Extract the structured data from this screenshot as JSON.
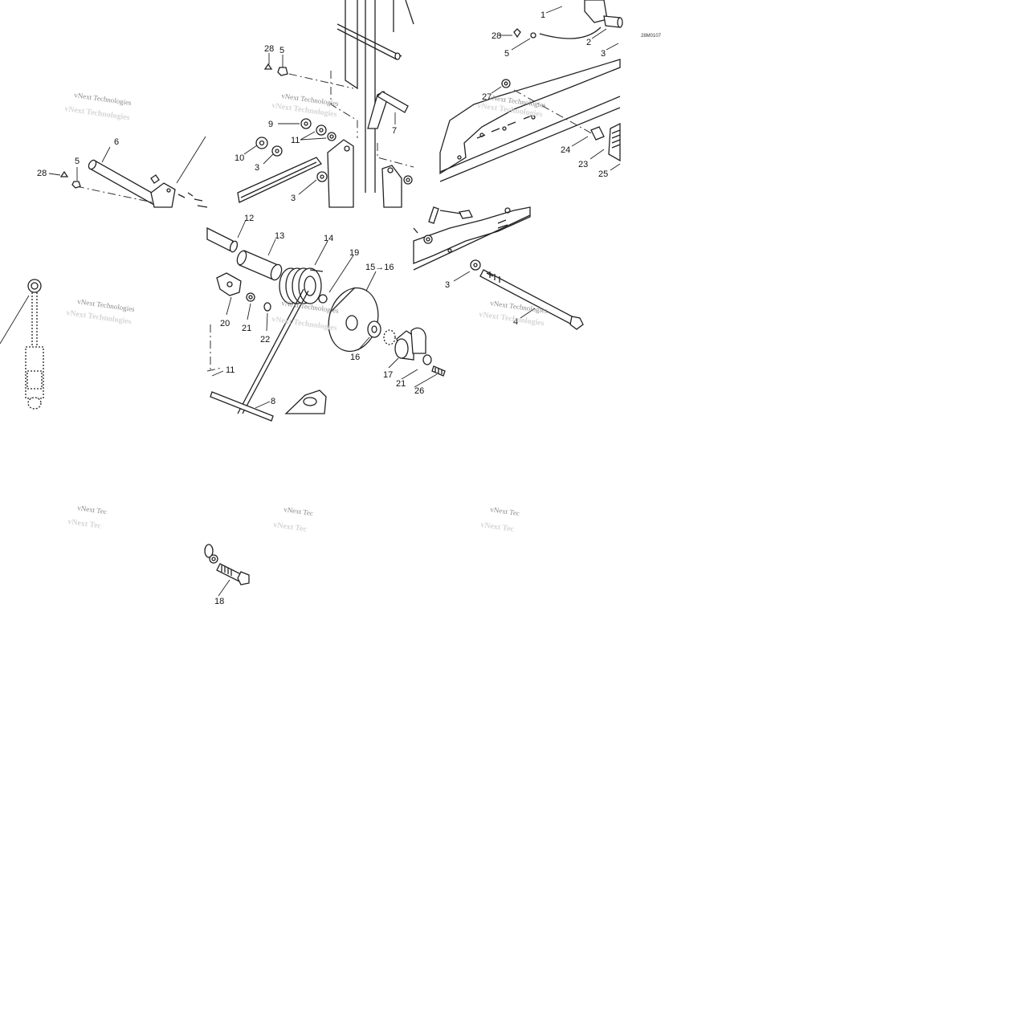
{
  "diagram": {
    "figure_code": "28M0107",
    "watermark_text": "vNext Technologies",
    "watermark_text_cut": "vNext Tec",
    "callouts": {
      "c1": "1",
      "c2": "2",
      "c3a": "3",
      "c3b": "3",
      "c3c": "3",
      "c3d": "3",
      "c4": "4",
      "c5a": "5",
      "c5b": "5",
      "c5c": "5",
      "c6": "6",
      "c7": "7",
      "c8": "8",
      "c9": "9",
      "c10": "10",
      "c11a": "11",
      "c11b": "11",
      "c12": "12",
      "c13": "13",
      "c14": "14",
      "c15": "15→16",
      "c16": "16",
      "c17": "17",
      "c18": "18",
      "c19": "19",
      "c20": "20",
      "c21a": "21",
      "c21b": "21",
      "c22": "22",
      "c23": "23",
      "c24": "24",
      "c25": "25",
      "c26": "26",
      "c27": "27",
      "c28a": "28",
      "c28b": "28",
      "c28c": "28"
    }
  }
}
